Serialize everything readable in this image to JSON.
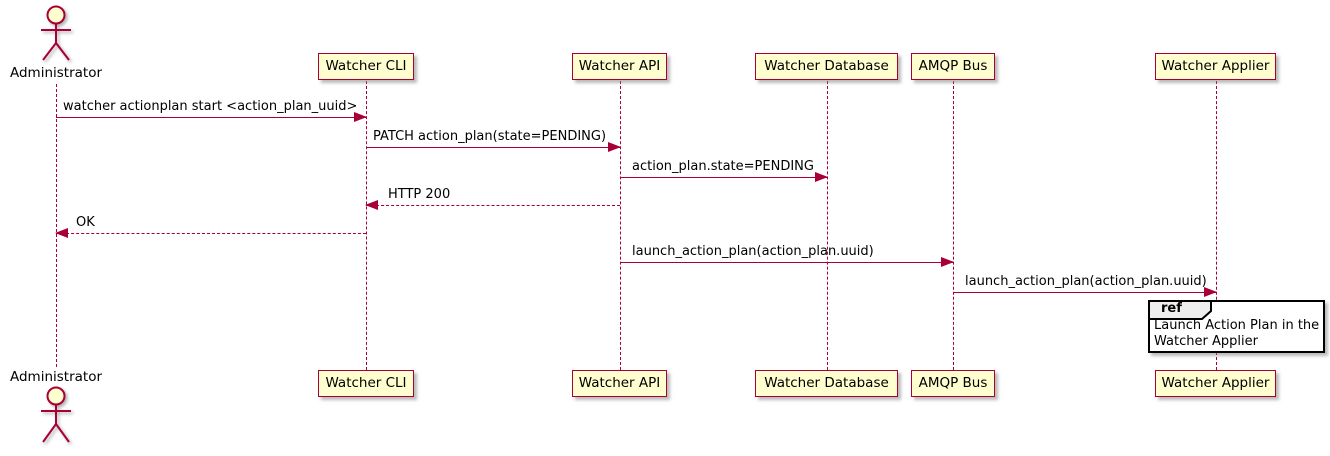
{
  "diagram_type": "uml-sequence",
  "colors": {
    "shape_border": "#A80036",
    "shape_fill": "#FEFECE",
    "lifeline": "#A80036",
    "text": "#000000",
    "ref_header_fill": "#EEEEEE",
    "ref_border": "#000000"
  },
  "actor": {
    "label": "Administrator"
  },
  "participants": [
    {
      "label": "Watcher CLI"
    },
    {
      "label": "Watcher API"
    },
    {
      "label": "Watcher Database"
    },
    {
      "label": "AMQP Bus"
    },
    {
      "label": "Watcher Applier"
    }
  ],
  "messages": [
    {
      "from": "Administrator",
      "to": "Watcher CLI",
      "text": "watcher actionplan start <action_plan_uuid>",
      "line": "solid",
      "direction": "right"
    },
    {
      "from": "Watcher CLI",
      "to": "Watcher API",
      "text": "PATCH action_plan(state=PENDING)",
      "line": "solid",
      "direction": "right"
    },
    {
      "from": "Watcher API",
      "to": "Watcher Database",
      "text": "action_plan.state=PENDING",
      "line": "solid",
      "direction": "right"
    },
    {
      "from": "Watcher API",
      "to": "Watcher CLI",
      "text": "HTTP 200",
      "line": "dashed",
      "direction": "left"
    },
    {
      "from": "Watcher CLI",
      "to": "Administrator",
      "text": "OK",
      "line": "dashed",
      "direction": "left"
    },
    {
      "from": "Watcher API",
      "to": "AMQP Bus",
      "text": "launch_action_plan(action_plan.uuid)",
      "line": "solid",
      "direction": "right"
    },
    {
      "from": "AMQP Bus",
      "to": "Watcher Applier",
      "text": "launch_action_plan(action_plan.uuid)",
      "line": "solid",
      "direction": "right"
    }
  ],
  "ref_fragment": {
    "keyword": "ref",
    "over": "Watcher Applier",
    "text_line1": "Launch Action Plan in the",
    "text_line2": "Watcher Applier"
  }
}
